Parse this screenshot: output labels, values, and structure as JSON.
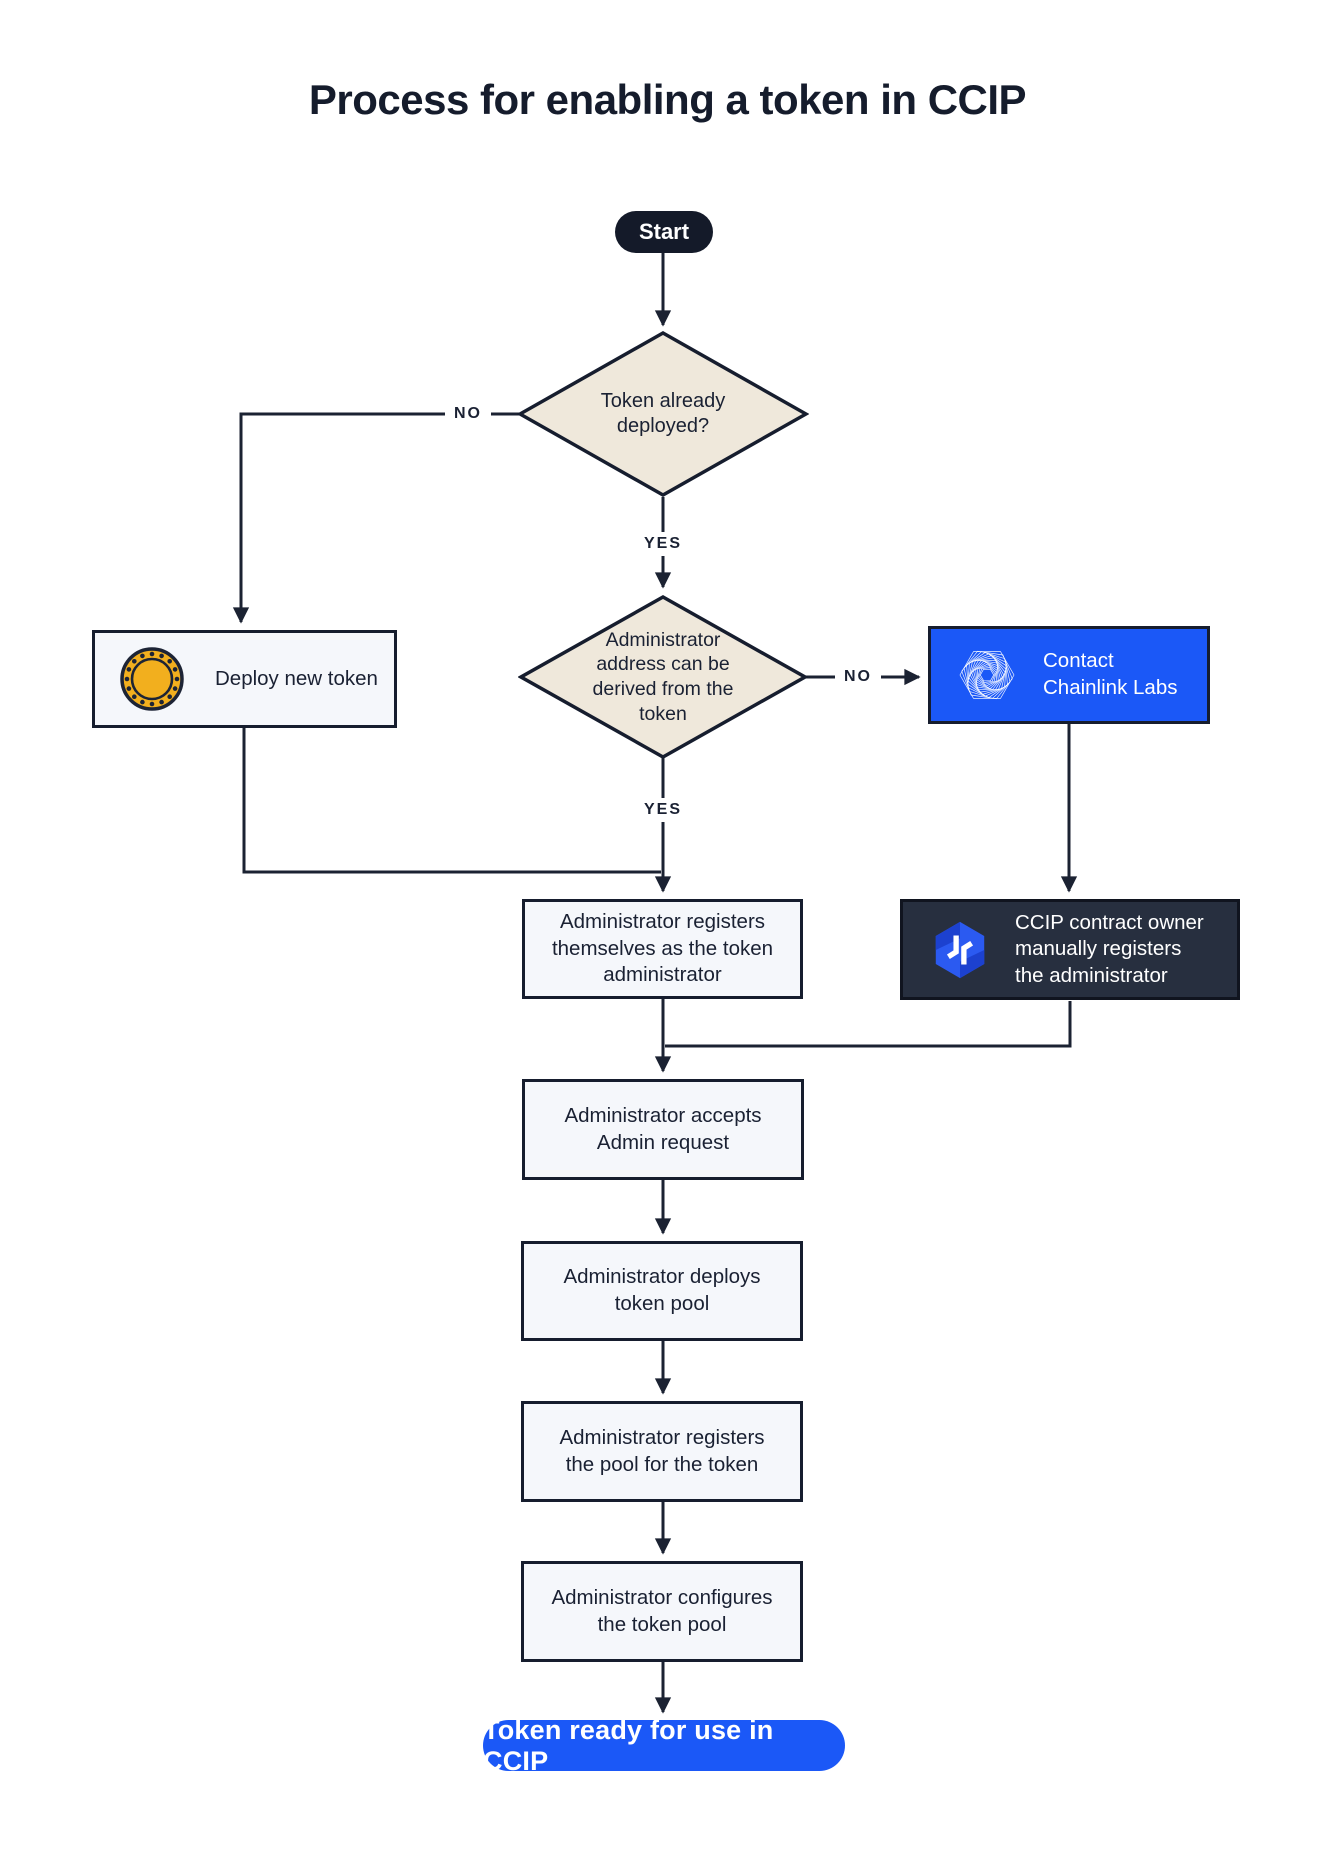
{
  "title": "Process for enabling a token in CCIP",
  "colors": {
    "ink": "#1A2133",
    "connector_line": "#1B2232",
    "decision_fill": "#EFE8DB",
    "process_fill": "#F5F7FB",
    "accent_blue": "#1B58F7",
    "dark_box_fill": "#272F3F",
    "coin_gold": "#F2AF1E",
    "start_fill": "#141A29"
  },
  "nodes": {
    "start": {
      "type": "terminator",
      "label": "Start"
    },
    "token_deployed": {
      "type": "decision",
      "label": "Token already deployed?"
    },
    "deploy_new_token": {
      "type": "process",
      "label": "Deploy new token",
      "icon": "coin-icon"
    },
    "admin_derived": {
      "type": "decision",
      "label": "Administrator address can be derived from the token"
    },
    "contact_chainlink": {
      "type": "process",
      "label": "Contact Chainlink Labs",
      "icon": "chainlink-labs-logo-icon"
    },
    "admin_registers": {
      "type": "process",
      "label": "Administrator registers themselves as the token administrator"
    },
    "ccip_owner_registers": {
      "type": "process",
      "label": "CCIP contract owner manually registers the administrator",
      "icon": "ccip-logo-icon"
    },
    "admin_accepts": {
      "type": "process",
      "label": "Administrator accepts Admin request"
    },
    "admin_deploys_pool": {
      "type": "process",
      "label": "Administrator deploys token pool"
    },
    "admin_registers_pool": {
      "type": "process",
      "label": "Administrator registers the pool for the token"
    },
    "admin_configures_pool": {
      "type": "process",
      "label": "Administrator configures the token pool"
    },
    "token_ready": {
      "type": "terminator",
      "label": "Token ready for use in CCIP"
    }
  },
  "edge_labels": {
    "token_deployed_no": "NO",
    "token_deployed_yes": "YES",
    "admin_derived_no": "NO",
    "admin_derived_yes": "YES"
  },
  "edges": [
    {
      "from": "start",
      "to": "token_deployed"
    },
    {
      "from": "token_deployed",
      "to": "deploy_new_token",
      "label": "NO"
    },
    {
      "from": "token_deployed",
      "to": "admin_derived",
      "label": "YES"
    },
    {
      "from": "admin_derived",
      "to": "contact_chainlink",
      "label": "NO"
    },
    {
      "from": "admin_derived",
      "to": "admin_registers",
      "label": "YES"
    },
    {
      "from": "deploy_new_token",
      "to": "admin_registers"
    },
    {
      "from": "contact_chainlink",
      "to": "ccip_owner_registers"
    },
    {
      "from": "admin_registers",
      "to": "admin_accepts"
    },
    {
      "from": "ccip_owner_registers",
      "to": "admin_accepts"
    },
    {
      "from": "admin_accepts",
      "to": "admin_deploys_pool"
    },
    {
      "from": "admin_deploys_pool",
      "to": "admin_registers_pool"
    },
    {
      "from": "admin_registers_pool",
      "to": "admin_configures_pool"
    },
    {
      "from": "admin_configures_pool",
      "to": "token_ready"
    }
  ]
}
